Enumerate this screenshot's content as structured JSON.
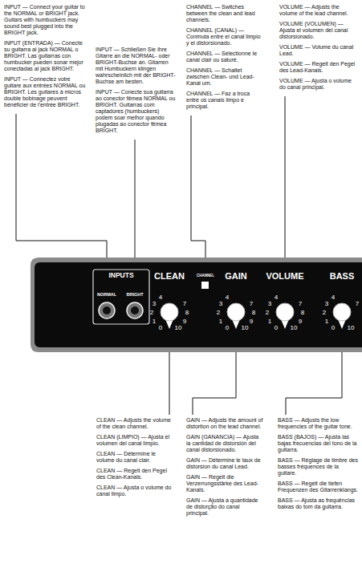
{
  "diagram": {
    "labels": [
      "INPUT — Connect your guitar to the NORMAL or BRIGHT jack. Guitars with humbuckers may sound best plugged into the BRIGHT jack.",
      "INPUT (ENTRADA) — Conecte su guitarra al jack NORMAL o BRIGHT. Las guitarras con humbucker pueden sonar mejor conectadas al jack BRIGHT.",
      "INPUT — Connectez votre guitare aux entrées NORMAL ou BRIGHT. Les guitares à micros double bobinage peuvent bénéficier de l'entrée BRIGHT.",
      "INPUT — Schließen Sie Ihre Gitarre an die NORMAL- oder BRIGHT-Buchse an. Gitarren mit Humbuckern klingen wahrscheinlich mit der BRIGHT-Buchse am besten.",
      "INPUT — Conecte sua guitarra ao conector fêmea NORMAL ou BRIGHT. Guitarras com captadores (humbuckers) podem soar melhor quando plugadas ao conector fêmea BRIGHT.",
      "CHANNEL — Switches between the clean and lead channels.",
      "CHANNEL (CANAL) — Conmuta entre el canal limpio y el distorsionado.",
      "CHANNEL — Sélectionne le canal clair ou saturé.",
      "CHANNEL — Schaltet zwischen Clean- und Lead-Kanal um.",
      "CHANNEL — Faz a troca entre os canais limpo e principal.",
      "VOLUME — Adjusts the volume of the lead channel.",
      "VOLUME (VOLUMEN) — Ajusta el volumen del canal distorsionado.",
      "VOLUME — Volume du canal Lead.",
      "VOLUME — Regelt den Pegel des Lead-Kanals.",
      "VOLUME — Ajusta o volume do canal principal.",
      "INPUTS",
      "NORMAL",
      "BRIGHT",
      "CLEAN",
      "CHANNEL",
      "GAIN",
      "VOLUME",
      "BASS",
      "0",
      "1",
      "2",
      "3",
      "4",
      "7",
      "8",
      "9",
      "10",
      "0",
      "1",
      "2",
      "3",
      "4",
      "7",
      "8",
      "9",
      "10",
      "0",
      "1",
      "2",
      "3",
      "4",
      "7",
      "8",
      "9",
      "10",
      "0",
      "1",
      "2",
      "3",
      "4",
      "7",
      "10",
      "CLEAN — Adjusts the volume of the clean channel.",
      "CLEAN (LIMPIO) — Ajusta el volumen del canal limpio.",
      "CLEAN — Détermine le volume du canal clair.",
      "CLEAN — Regelt den Pegel des Clean-Kanals.",
      "CLEAN — Ajusta o volume do canal limpo.",
      "GAIN — Adjusts the amount of distortion on the lead channel.",
      "GAIN (GANANCIA) — Ajusta la cantidad de distorsión del canal distorsionado.",
      "GAIN — Détermine le taux de distorsion du canal Lead.",
      "GAIN — Regelt die Verzerrungsstärke des Lead-Kanals.",
      "GAIN — Ajusta a quantidade de distorção do canal principal.",
      "BASS — Adjusts the low frequencies of the guitar tone.",
      "BASS (BAJOS) — Ajusta las bajas frecuencias del tono de la guitarra.",
      "BASS — Réglage de timbre des basses fréquences de la guitare.",
      "BASS — Regelt die tiefen Frequenzen des Gitarrenklangs.",
      "BASS — Ajusta as frequências baixas do tom da guitarra."
    ]
  }
}
